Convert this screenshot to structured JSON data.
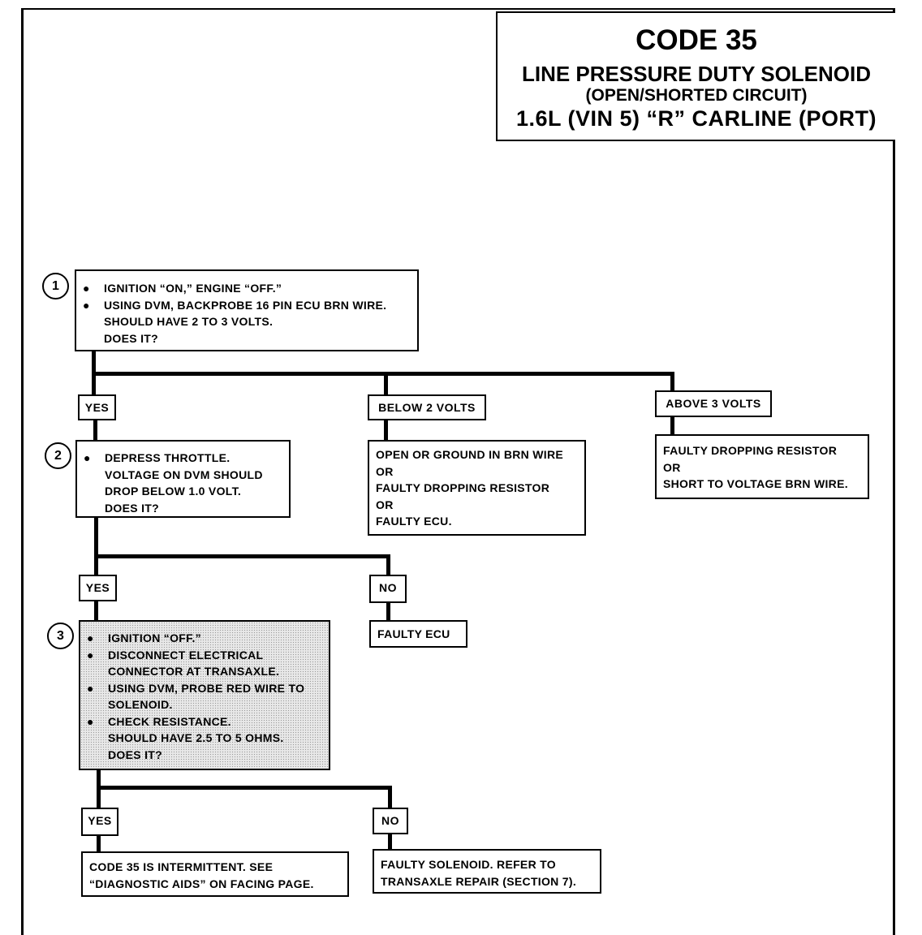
{
  "title": {
    "code": "CODE 35",
    "line1": "LINE PRESSURE DUTY SOLENOID",
    "line2": "(OPEN/SHORTED CIRCUIT)",
    "line3": "1.6L  (VIN 5)  “R”  CARLINE  (PORT)"
  },
  "steps": {
    "s1": {
      "number": "1",
      "items": [
        "IGNITION “ON,” ENGINE “OFF.”",
        "USING DVM, BACKPROBE 16 PIN ECU BRN WIRE.\nSHOULD HAVE 2 TO 3 VOLTS.\nDOES IT?"
      ]
    },
    "s2": {
      "number": "2",
      "items": [
        "DEPRESS THROTTLE.\nVOLTAGE ON DVM SHOULD\nDROP BELOW 1.0 VOLT.\nDOES IT?"
      ]
    },
    "s3": {
      "number": "3",
      "items": [
        "IGNITION “OFF.”",
        "DISCONNECT ELECTRICAL\nCONNECTOR AT TRANSAXLE.",
        "USING DVM, PROBE RED WIRE TO\nSOLENOID.",
        "CHECK RESISTANCE.\nSHOULD HAVE 2.5 TO 5 OHMS.\nDOES IT?"
      ]
    }
  },
  "labels": {
    "yes1": "YES",
    "below2": "BELOW 2 VOLTS",
    "above3": "ABOVE 3 VOLTS",
    "yes2": "YES",
    "no2": "NO",
    "yes3": "YES",
    "no3": "NO"
  },
  "results": {
    "below2": "OPEN OR GROUND IN BRN WIRE\nOR\nFAULTY DROPPING RESISTOR\nOR\nFAULTY ECU.",
    "above3": "FAULTY DROPPING RESISTOR\nOR\nSHORT TO VOLTAGE BRN WIRE.",
    "faulty_ecu": "FAULTY ECU",
    "intermittent": "CODE 35 IS INTERMITTENT.  SEE\n“DIAGNOSTIC AIDS” ON FACING PAGE.",
    "faulty_solenoid": "FAULTY SOLENOID.  REFER TO\nTRANSAXLE REPAIR (SECTION 7)."
  }
}
